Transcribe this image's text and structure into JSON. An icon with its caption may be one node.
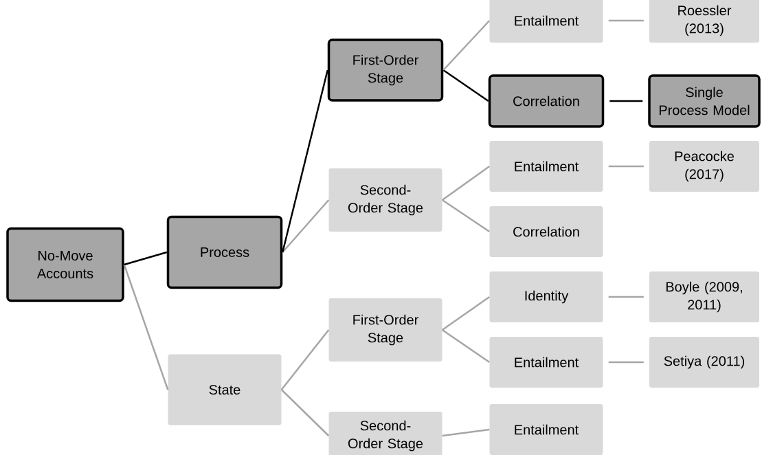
{
  "diagram": {
    "nodes": [
      {
        "text": [
          "No-Move Accounts"
        ]
      },
      {
        "text": [
          "Process"
        ]
      },
      {
        "text": [
          "State"
        ]
      },
      {
        "text": [
          "First-Order Stage"
        ]
      },
      {
        "text": [
          "Second-Order Stage"
        ]
      },
      {
        "text": [
          "First-Order Stage"
        ]
      },
      {
        "text": [
          "Second-Order Stage"
        ]
      },
      {
        "text": [
          "Entailment"
        ]
      },
      {
        "text": [
          "Correlation"
        ]
      },
      {
        "text": [
          "Entailment"
        ]
      },
      {
        "text": [
          "Correlation"
        ]
      },
      {
        "text": [
          "Identity"
        ]
      },
      {
        "text": [
          "Entailment"
        ]
      },
      {
        "text": [
          "Entailment"
        ]
      },
      {
        "text": [
          "Roessler (2013)"
        ]
      },
      {
        "text": [
          "Single Process Model"
        ]
      },
      {
        "text": [
          "Peacocke (2017)"
        ]
      },
      {
        "text": [
          "Boyle (2009, 2011)"
        ]
      },
      {
        "text": [
          "Setiya (2011)"
        ]
      }
    ],
    "edges": [
      {
        "from": 0,
        "to": 1,
        "arrow": "none",
        "color": "#000000"
      },
      {
        "from": 0,
        "to": 2,
        "arrow": "none"
      },
      {
        "from": 1,
        "to": 3,
        "arrow": "none",
        "color": "#000000"
      },
      {
        "from": 1,
        "to": 4,
        "arrow": "none"
      },
      {
        "from": 2,
        "to": 5,
        "arrow": "none"
      },
      {
        "from": 2,
        "to": 6,
        "arrow": "none"
      },
      {
        "from": 3,
        "to": 7,
        "arrow": "none"
      },
      {
        "from": 3,
        "to": 8,
        "arrow": "none",
        "color": "#000000"
      },
      {
        "from": 4,
        "to": 9,
        "arrow": "none"
      },
      {
        "from": 4,
        "to": 10,
        "arrow": "none"
      },
      {
        "from": 5,
        "to": 11,
        "arrow": "none"
      },
      {
        "from": 5,
        "to": 12,
        "arrow": "none"
      },
      {
        "from": 6,
        "to": 13,
        "arrow": "none"
      },
      {
        "from": 7,
        "to": 14,
        "arrow": "none"
      },
      {
        "from": 8,
        "to": 15,
        "arrow": "none",
        "color": "#000000"
      },
      {
        "from": 9,
        "to": 16,
        "arrow": "none"
      },
      {
        "from": 11,
        "to": 17,
        "arrow": "none"
      },
      {
        "from": 12,
        "to": 18,
        "arrow": "none"
      }
    ]
  }
}
